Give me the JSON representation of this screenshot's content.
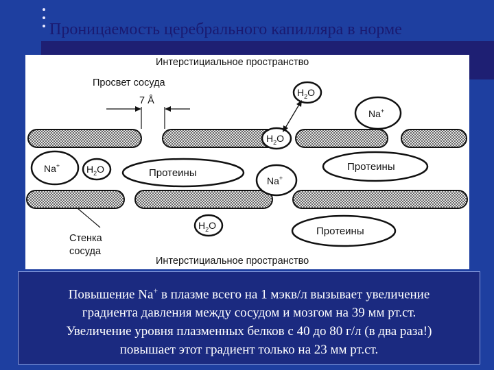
{
  "slide": {
    "title": "Проницаемость церебрального капилляра в норме"
  },
  "diagram": {
    "top_label": "Интерстициальное пространство",
    "bottom_label": "Интерстициальное пространство",
    "lumen_label": "Просвет сосуда",
    "gap_label": "7 Å",
    "wall_label_line1": "Стенка",
    "wall_label_line2": "сосуда",
    "water_main": "H",
    "water_sub": "2",
    "water_tail": "O",
    "sodium_main": "Na",
    "sodium_sup": "+",
    "proteins": "Протеины"
  },
  "caption": {
    "line1_pre": "Повышение Na",
    "line1_sup": "+",
    "line1_post": " в плазме всего на 1 мэкв/л вызывает увеличение",
    "line2": "градиента давления между сосудом и мозгом на 39 мм рт.ст.",
    "line3": "Увеличение уровня плазменных белков с 40 до 80 г/л (в два раза!)",
    "line4": "повышает этот градиент только на 23 мм рт.ст."
  }
}
